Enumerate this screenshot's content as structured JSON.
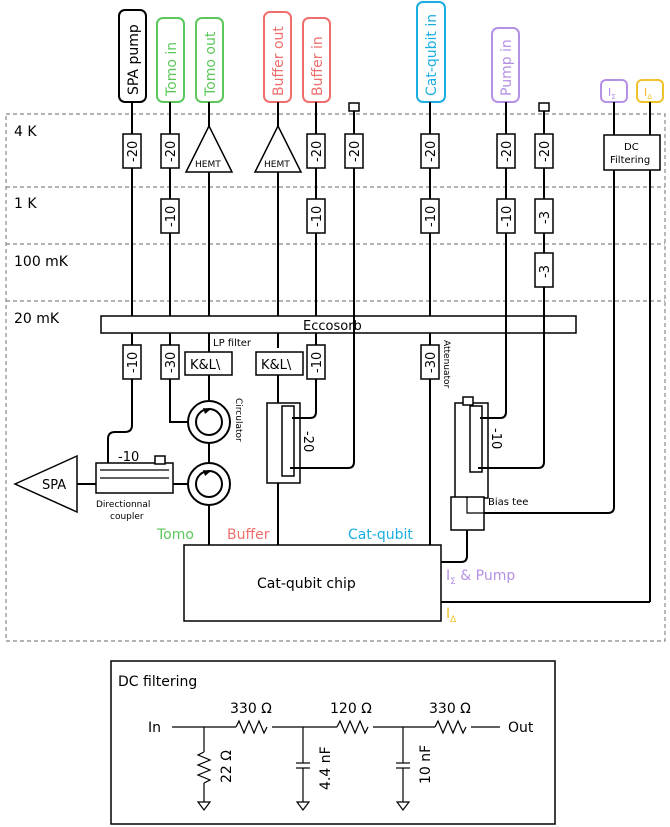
{
  "colors": {
    "green": "#5cc85c",
    "red": "#ef6f6c",
    "blue": "#1aaee0",
    "purple": "#b591e6",
    "yellow": "#f0c22a",
    "black": "#000000"
  },
  "stages": [
    "4 K",
    "1 K",
    "100 mK",
    "20 mK"
  ],
  "lines": {
    "spa_pump": "SPA pump",
    "tomo_in": "Tomo in",
    "tomo_out": "Tomo out",
    "buffer_out": "Buffer out",
    "buffer_in": "Buffer in",
    "cat_qubit_in": "Cat-qubit in",
    "pump_in": "Pump in"
  },
  "dc_lines": {
    "i_sigma": "I",
    "i_sigma_sub": "Σ",
    "i_delta": "I",
    "i_delta_sub": "Δ"
  },
  "attenuators": {
    "a20": "-20",
    "a10": "-10",
    "a3": "-3",
    "a30": "-30"
  },
  "components": {
    "hemt": "HEMT",
    "dc_filtering_box": [
      "DC",
      "Filtering"
    ],
    "eccosorb": "Eccosorb",
    "lp_filter": "LP filter",
    "kl": "K&L\\",
    "circulator": "Circulator",
    "attenuator": "Attenuator",
    "spa": "SPA",
    "directional_coupler": [
      "Directionnal",
      "coupler"
    ],
    "coupler_att": "-10",
    "bias_tee": "Bias tee",
    "chip": "Cat-qubit chip"
  },
  "ports": {
    "tomo": "Tomo",
    "buffer": "Buffer",
    "cat_qubit": "Cat-qubit",
    "i_sigma_pump_pre": "I",
    "i_sigma_pump_sub": "Σ",
    "i_sigma_pump_post": " & Pump",
    "i_delta": "I",
    "i_delta_sub": "Δ"
  },
  "dc_filtering": {
    "title": "DC filtering",
    "in": "In",
    "out": "Out",
    "r1": "330 Ω",
    "r2": "120 Ω",
    "r3": "330 Ω",
    "r4": "22 Ω",
    "c1": "4.4 nF",
    "c2": "10 nF"
  }
}
